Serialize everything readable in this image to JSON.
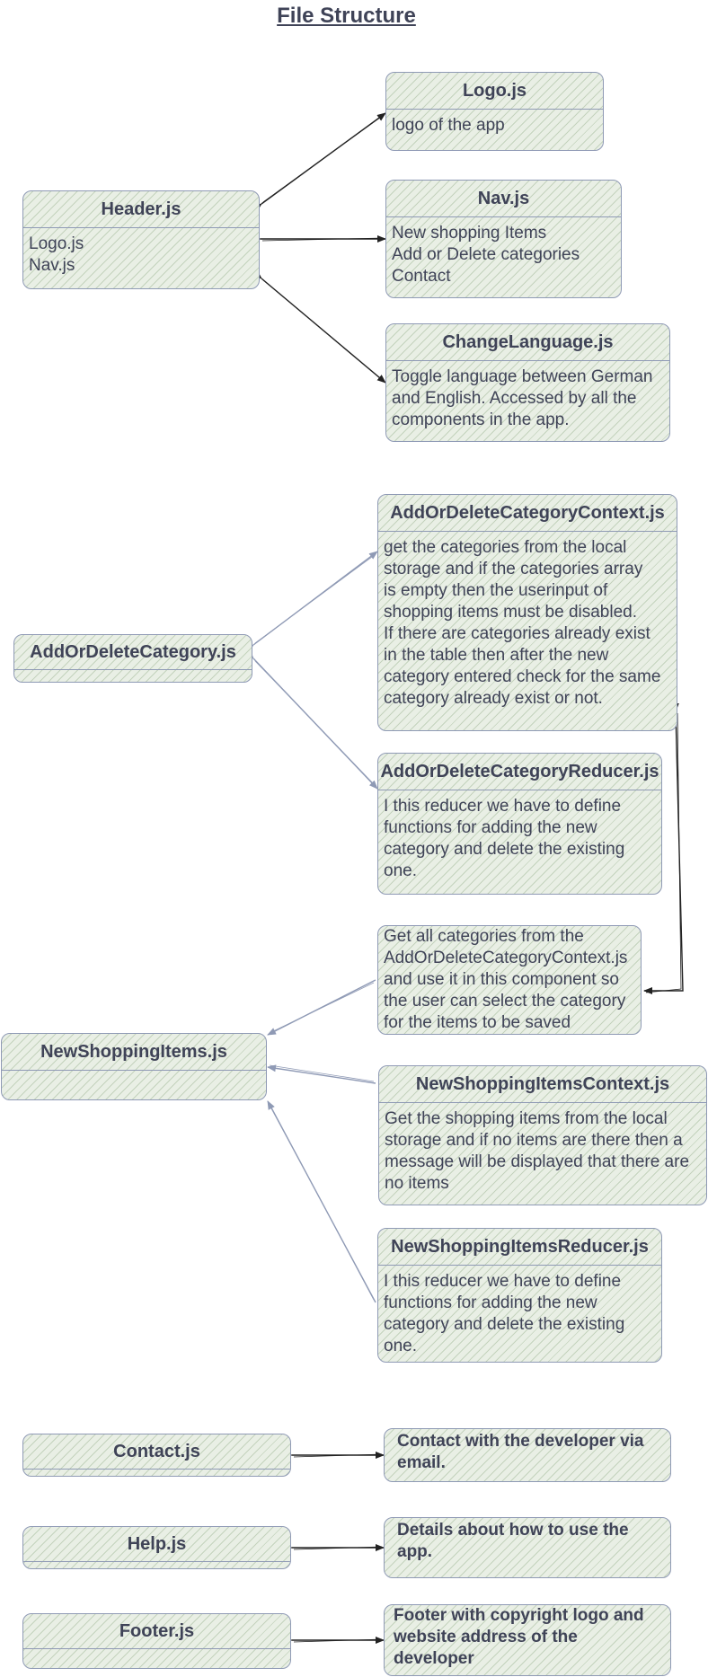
{
  "title": "File Structure",
  "header_group": {
    "header": {
      "title": "Header.js",
      "lines": [
        "Logo.js",
        "Nav.js"
      ]
    },
    "logo": {
      "title": "Logo.js",
      "lines": [
        "logo of the app"
      ]
    },
    "nav": {
      "title": "Nav.js",
      "lines": [
        "New shopping Items",
        "Add or Delete categories",
        "Contact"
      ]
    },
    "change_language": {
      "title": "ChangeLanguage.js",
      "lines": [
        "Toggle language between German",
        "and English. Accessed by all the",
        "components in the app."
      ]
    }
  },
  "category_group": {
    "add_or_delete_category": {
      "title": "AddOrDeleteCategory.js"
    },
    "context": {
      "title": "AddOrDeleteCategoryContext.js",
      "lines": [
        "get the categories from the local",
        "storage and if the categories array",
        "is empty then the userinput of",
        "shopping items must be disabled.",
        "If there are categories already exist",
        "in the table then after the new",
        "category entered check for the same",
        "category already exist or not."
      ]
    },
    "reducer": {
      "title": "AddOrDeleteCategoryReducer.js",
      "lines": [
        "I this reducer we have to define",
        "functions for adding the new",
        "category and delete the existing",
        "one."
      ]
    }
  },
  "shopping_group": {
    "note": {
      "lines": [
        "Get all categories from the",
        "AddOrDeleteCategoryContext.js",
        "and use it in this component so",
        "the user can select the category",
        "for the items to be saved"
      ]
    },
    "new_shopping_items": {
      "title": "NewShoppingItems.js"
    },
    "context": {
      "title": "NewShoppingItemsContext.js",
      "lines": [
        "Get the shopping items from the local",
        "storage and if no items are there then a",
        "message will be displayed that there are",
        "no items"
      ]
    },
    "reducer": {
      "title": "NewShoppingItemsReducer.js",
      "lines": [
        "I this reducer we have to define",
        "functions for adding the new",
        "category and delete the existing",
        "one."
      ]
    }
  },
  "bottom_group": {
    "contact": {
      "title": "Contact.js",
      "desc": [
        "Contact with the developer via",
        "email."
      ]
    },
    "help": {
      "title": "Help.js",
      "desc": [
        "Details about how to use the",
        "app."
      ]
    },
    "footer": {
      "title": "Footer.js",
      "desc": [
        "Footer with copyright logo and",
        "website address of the",
        "developer"
      ]
    }
  }
}
